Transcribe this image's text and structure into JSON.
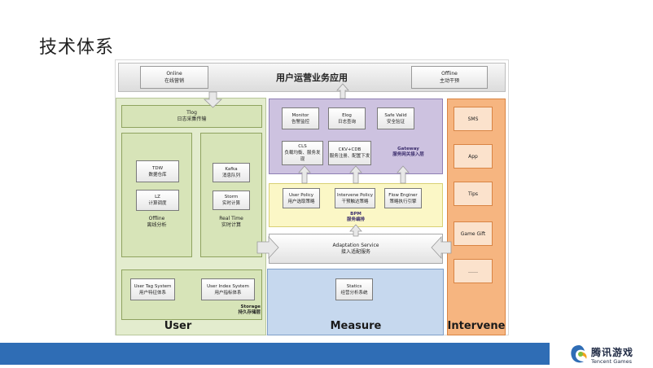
{
  "page": {
    "title": "技术体系"
  },
  "top": {
    "online": {
      "en": "Online",
      "zh": "在线营销"
    },
    "center": "用户运营业务应用",
    "offline": {
      "en": "Offline",
      "zh": "主动干预"
    }
  },
  "user": {
    "tlog": {
      "en": "Tlog",
      "zh": "日志采集传输"
    },
    "tdw": {
      "en": "TDW",
      "zh": "数据仓库"
    },
    "lz": {
      "en": "LZ",
      "zh": "计算调度"
    },
    "offline_group": {
      "en": "Offline",
      "zh": "离线分析"
    },
    "kafka": {
      "en": "Kafka",
      "zh": "消息队列"
    },
    "storm": {
      "en": "Storm",
      "zh": "实时计算"
    },
    "realtime_group": {
      "en": "Real Time",
      "zh": "实时计算"
    },
    "tag_system": {
      "en": "User Tag System",
      "zh": "用户特征体系"
    },
    "index_system": {
      "en": "User Index System",
      "zh": "用户指标体系"
    },
    "storage": {
      "en": "Storage",
      "zh": "持久存储层"
    },
    "label": "User"
  },
  "measure": {
    "monitor": {
      "en": "Monitor",
      "zh": "告警监控"
    },
    "elog": {
      "en": "Elog",
      "zh": "日志查询"
    },
    "safe_valid": {
      "en": "Safe Valid",
      "zh": "安全验证"
    },
    "cls": {
      "en": "CLS",
      "zh": "负载均衡、服务发现"
    },
    "ckv": {
      "en": "CKV+CDB",
      "zh": "服务注册、配置下发"
    },
    "gateway": {
      "en": "Gateway",
      "zh": "服务网关接入层"
    },
    "user_policy": {
      "en": "User Policy",
      "zh": "用户选取策略"
    },
    "intervene_policy": {
      "en": "Intervene Policy",
      "zh": "干预触达策略"
    },
    "flow_engine": {
      "en": "Flow Enginer",
      "zh": "策略执行引擎"
    },
    "bpm": {
      "en": "BPM",
      "zh": "服务编排"
    },
    "adaptation": {
      "en": "Adaptation Service",
      "zh": "接入适配服务"
    },
    "statics": {
      "en": "Statics",
      "zh": "经营分析系统"
    },
    "label": "Measure"
  },
  "intervene": {
    "items": [
      "SMS",
      "App",
      "Tips",
      "Game Gift",
      "……"
    ],
    "label": "Intervene"
  },
  "footer": {
    "logo_cn": "腾讯游戏",
    "logo_en": "Tencent Games"
  },
  "colors": {
    "user_bg": "#e3ecce",
    "gateway_bg": "#cdc2e0",
    "bpm_bg": "#fbf7c6",
    "measure_bg": "#c6d8ee",
    "intervene_bg": "#f6b580",
    "footer_bar": "#2f6db5"
  }
}
